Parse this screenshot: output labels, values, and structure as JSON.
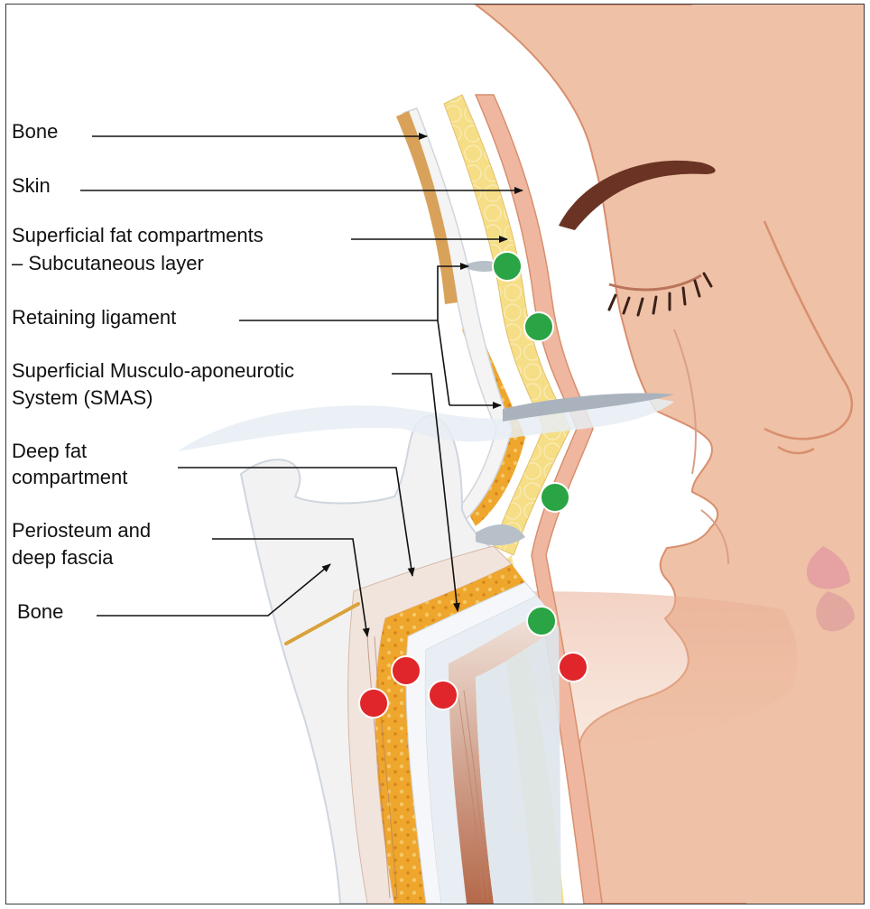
{
  "labels": [
    {
      "id": "bone-top",
      "lines": [
        "Bone"
      ]
    },
    {
      "id": "skin",
      "lines": [
        "Skin"
      ]
    },
    {
      "id": "superficial-fat",
      "lines": [
        "Superficial fat compartments",
        "– Subcutaneous layer"
      ]
    },
    {
      "id": "retaining-ligament",
      "lines": [
        "Retaining ligament"
      ]
    },
    {
      "id": "smas",
      "lines": [
        "Superficial Musculo-aponeurotic",
        "System (SMAS)"
      ]
    },
    {
      "id": "deep-fat",
      "lines": [
        "Deep fat",
        "compartment"
      ]
    },
    {
      "id": "periosteum",
      "lines": [
        "Periosteum and",
        "deep fascia"
      ]
    },
    {
      "id": "bone-bottom",
      "lines": [
        "Bone"
      ]
    }
  ],
  "colors": {
    "skin": "#efc1a6",
    "skin_edge": "#d88f6e",
    "eyebrow": "#6a3324",
    "superficial_fat": "#f6de86",
    "deep_fat": "#eea62d",
    "bone": "#f2f2f2",
    "bone_strip": "#d9a25a",
    "smas": "#dfe6ee",
    "muscle": "#c98a6c",
    "green_marker": "#2aa444",
    "red_marker": "#e0262a",
    "line": "#111111"
  },
  "icons": [
    "green-dot-marker",
    "red-dot-marker",
    "arrow-pointer"
  ]
}
